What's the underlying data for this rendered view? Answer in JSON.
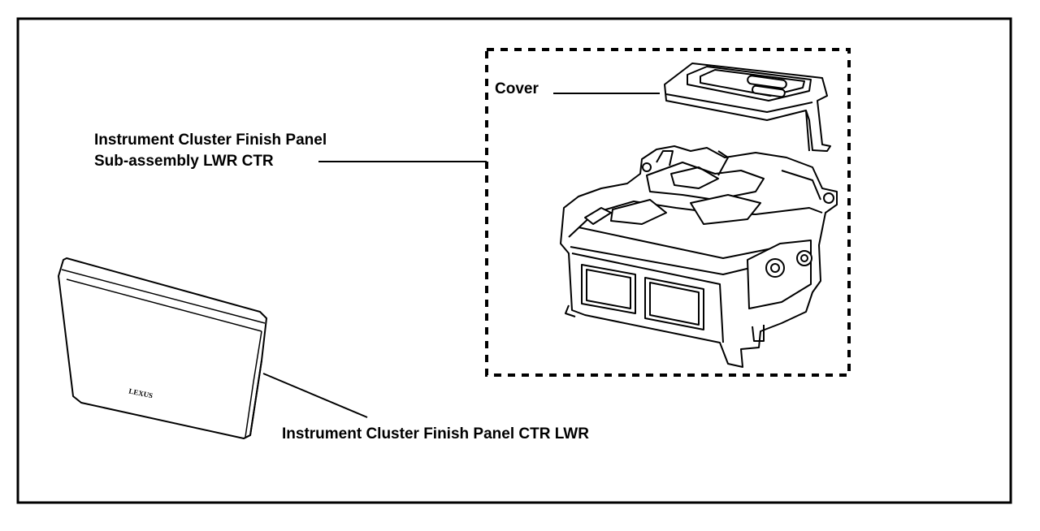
{
  "diagram": {
    "labels": {
      "cover": "Cover",
      "sub_assembly_line1": "Instrument Cluster Finish Panel",
      "sub_assembly_line2": "Sub-assembly LWR CTR",
      "finish_panel": "Instrument Cluster Finish Panel CTR LWR"
    },
    "panel_badge": "LEXUS",
    "colors": {
      "ink": "#000000",
      "paper": "#ffffff"
    }
  }
}
